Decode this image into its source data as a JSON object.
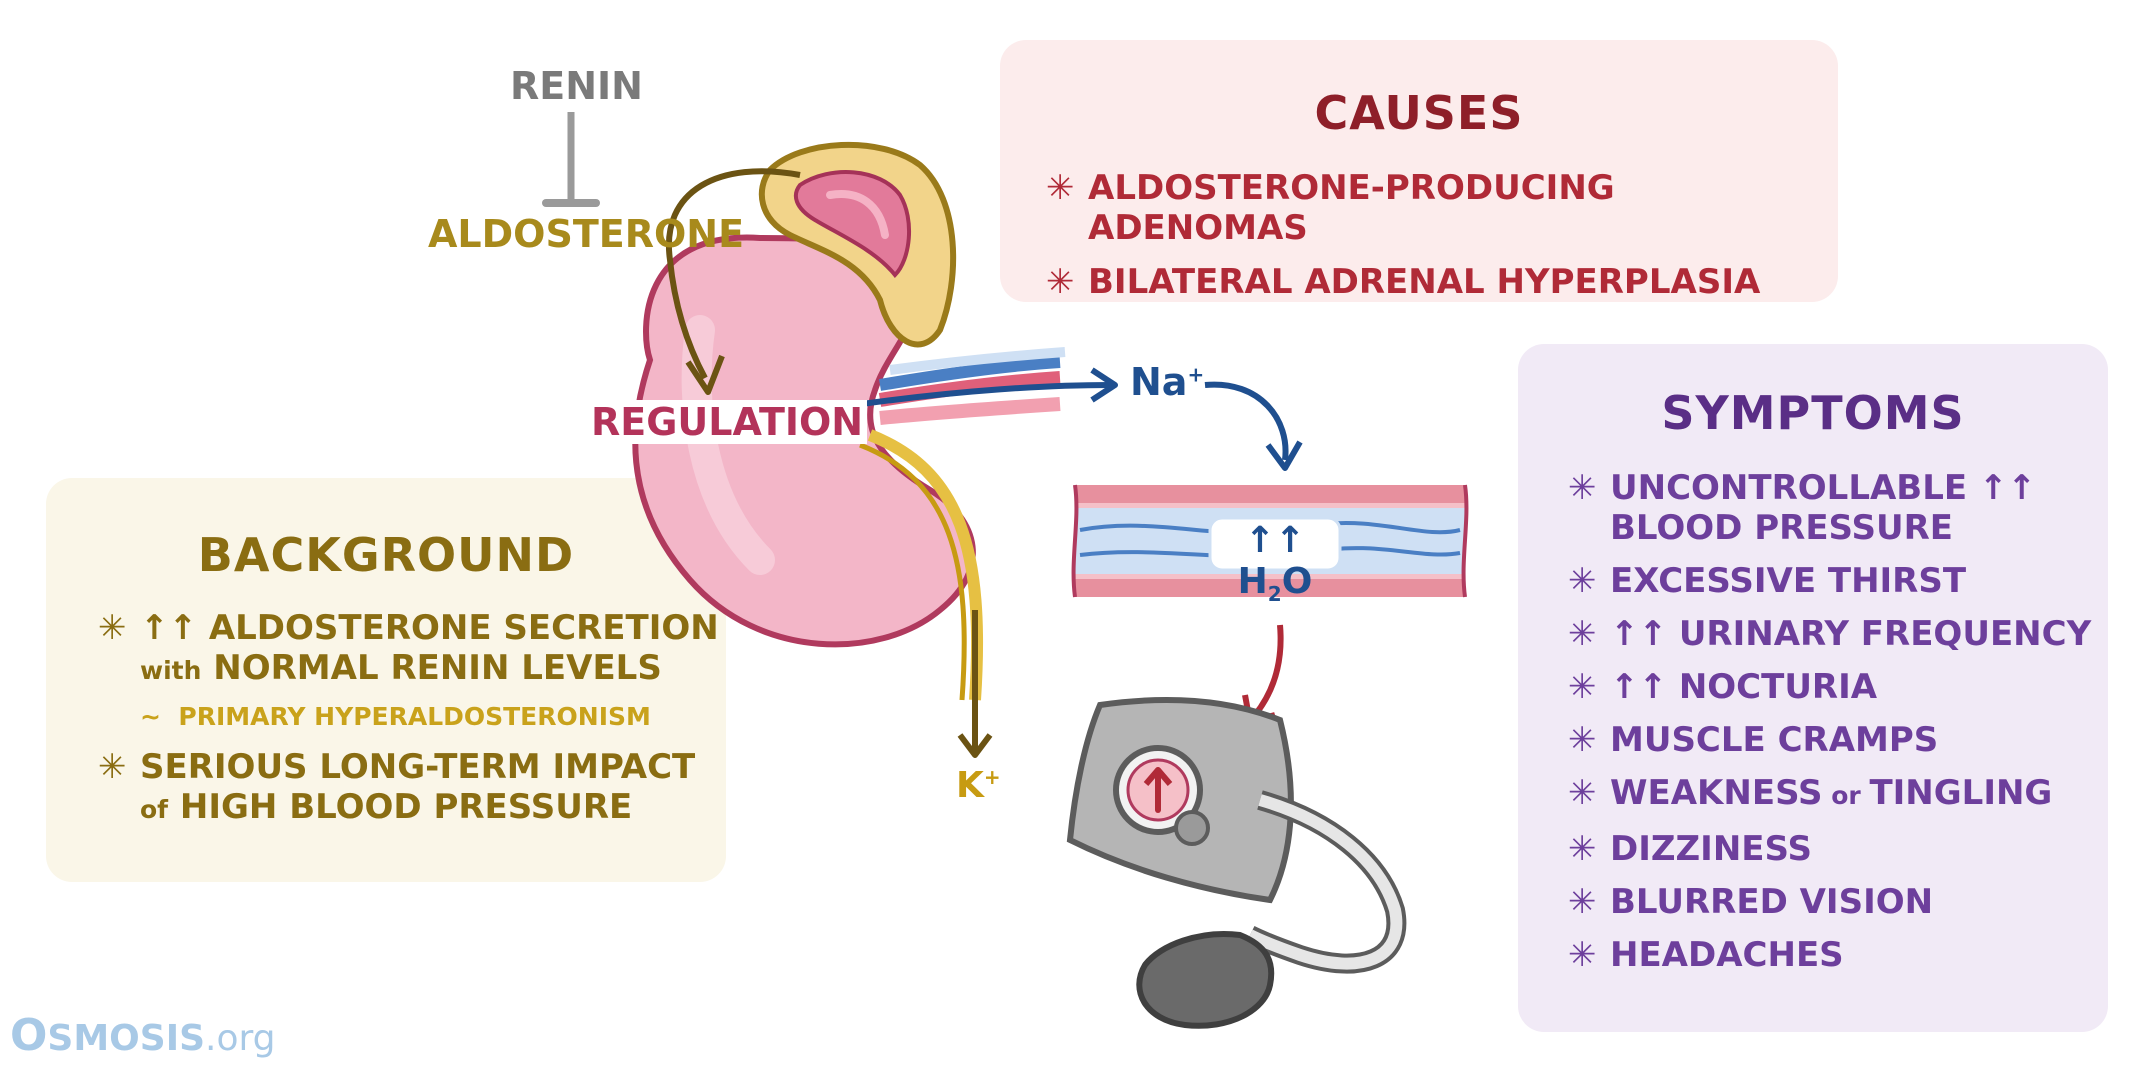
{
  "diagram": {
    "renin": "RENIN",
    "aldosterone": "ALDOSTERONE",
    "regulation": "REGULATION",
    "na": "Na",
    "na_sup": "+",
    "k": "K",
    "k_sup": "+",
    "water_arrows": "↑↑",
    "water_h": "H",
    "water_sub": "2",
    "water_o": "O"
  },
  "background": {
    "title": "BACKGROUND",
    "items": [
      {
        "bullet": "✳",
        "line1": "↑↑ ALDOSTERONE SECRETION",
        "line2_a": "with",
        "line2_b": " NORMAL RENIN LEVELS",
        "note_prefix": "~",
        "note": "PRIMARY HYPERALDOSTERONISM"
      },
      {
        "bullet": "✳",
        "line1": "SERIOUS LONG-TERM IMPACT",
        "line2_a": "of",
        "line2_b": " HIGH BLOOD PRESSURE"
      }
    ]
  },
  "causes": {
    "title": "CAUSES",
    "items": [
      "ALDOSTERONE-PRODUCING ADENOMAS",
      "BILATERAL ADRENAL HYPERPLASIA"
    ]
  },
  "symptoms": {
    "title": "SYMPTOMS",
    "item_uncontrollable_1": "UNCONTROLLABLE ↑↑",
    "item_uncontrollable_2": "BLOOD PRESSURE",
    "item_thirst": "EXCESSIVE THIRST",
    "item_urinary": "↑↑ URINARY FREQUENCY",
    "item_nocturia": "↑↑ NOCTURIA",
    "item_cramps": "MUSCLE CRAMPS",
    "item_weakness_a": "WEAKNESS",
    "item_weakness_or": " or ",
    "item_weakness_b": "TINGLING",
    "item_dizziness": "DIZZINESS",
    "item_vision": "BLURRED VISION",
    "item_headaches": "HEADACHES",
    "bullet": "✳"
  },
  "logo": {
    "text_o": "O",
    "text_main": "SMOSIS",
    "text_org": ".org"
  },
  "colors": {
    "background_text": "#8a6d12",
    "causes_text": "#b02a37",
    "causes_title": "#8e1f29",
    "symptoms_text": "#6d3f9c",
    "symptoms_title": "#5a2e86",
    "renin": "#7a7a7a",
    "aldosterone": "#a88a1c",
    "regulation": "#b3335a",
    "sodium": "#1f4f8f",
    "potassium": "#c79b12",
    "kidney": "#f3b6c8",
    "logo": "#a8c9e6"
  }
}
